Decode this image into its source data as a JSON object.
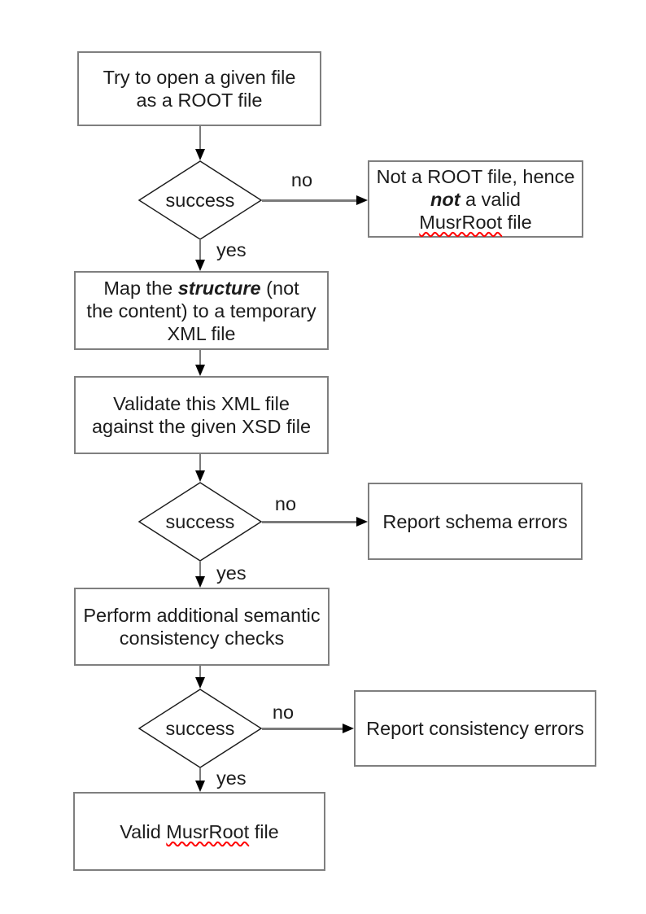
{
  "colors": {
    "background": "#ffffff",
    "box_border": "#7f7f7f",
    "diamond_border": "#1c1c1c",
    "connector_line": "#7a7a7a",
    "arrowhead": "#000000",
    "text": "#1c1c1c",
    "spellcheck_underline": "#ff0000"
  },
  "nodes": {
    "try_open": {
      "line1": "Try to open a given file",
      "line2": "as a ROOT file"
    },
    "decision1": {
      "label": "success"
    },
    "not_root": {
      "line1": "Not a ROOT file, hence",
      "line2_bold_italic": "not",
      "line2_rest": " a valid",
      "line3_misspelled": "MusrRoot",
      "line3_rest": " file"
    },
    "map_structure": {
      "line1_pre": "Map the ",
      "line1_bold_italic": "structure",
      "line1_post": " (not",
      "line2": "the content) to a temporary",
      "line3": "XML file"
    },
    "validate": {
      "line1": "Validate this XML file",
      "line2": "against the given XSD file"
    },
    "decision2": {
      "label": "success"
    },
    "schema_errors": {
      "label": "Report schema errors"
    },
    "semantic_checks": {
      "line1": "Perform additional semantic",
      "line2": "consistency checks"
    },
    "decision3": {
      "label": "success"
    },
    "consistency_errors": {
      "label": "Report consistency errors"
    },
    "valid_file": {
      "line_pre": "Valid ",
      "line_misspelled": "MusrRoot",
      "line_post": " file"
    }
  },
  "edge_labels": {
    "no1": "no",
    "yes1": "yes",
    "no2": "no",
    "yes2": "yes",
    "no3": "no",
    "yes3": "yes"
  }
}
